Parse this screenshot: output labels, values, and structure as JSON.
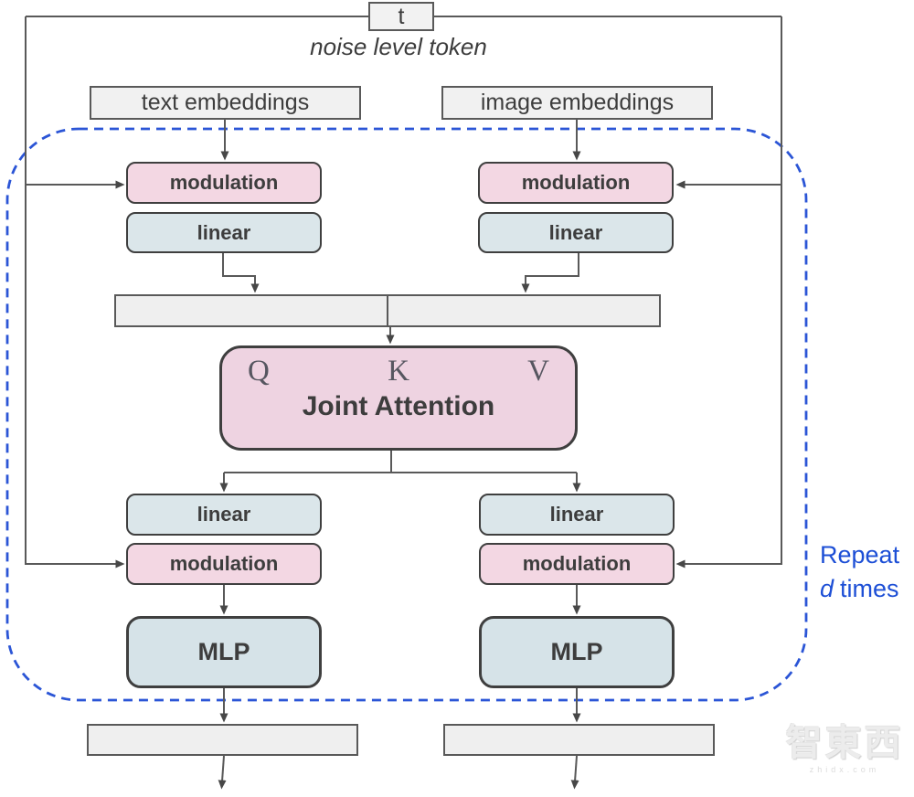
{
  "diagram": {
    "noise_token": {
      "label": "t",
      "caption": "noise level token"
    },
    "embeddings": {
      "text": "text embeddings",
      "image": "image embeddings"
    },
    "blocks": {
      "modulation": "modulation",
      "linear": "linear",
      "mlp": "MLP"
    },
    "attention": {
      "q": "Q",
      "k": "K",
      "v": "V",
      "title": "Joint Attention"
    },
    "repeat_note": {
      "line1": "Repeat",
      "var": "d",
      "rest": "times"
    },
    "watermark": {
      "logo": "智東西",
      "domain": "zhidx.com"
    },
    "colors": {
      "modulation_pink": "#f3d7e3",
      "linear_bluegray": "#dbe6ea",
      "mlp_fill": "#d6e3e8",
      "attention_fill": "#eed3e1",
      "bar_fill": "#efefef",
      "connector_gray": "#595959",
      "box_border": "#3f3f3f",
      "dashed_repeat_blue": "#2b55d6",
      "note_text_blue": "#1d4fd6"
    }
  }
}
